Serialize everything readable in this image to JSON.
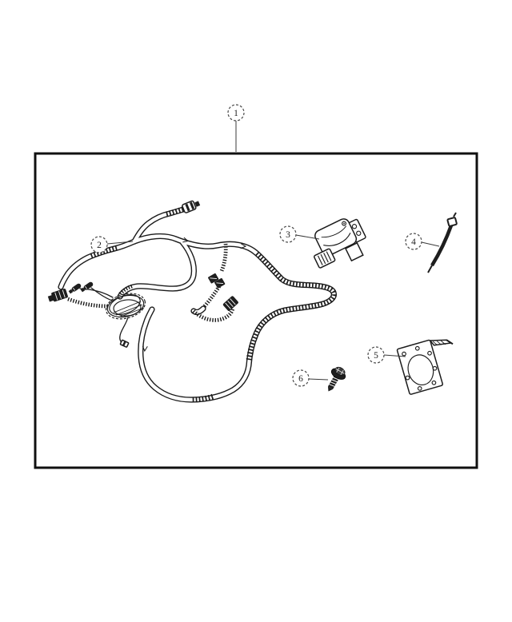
{
  "diagram": {
    "kind": "exploded-parts-diagram",
    "background_color": "#ffffff",
    "ink_color": "#1b1b1b",
    "border_color": "#101010",
    "callout_circle_color": "#4a4a4a",
    "callouts": [
      {
        "label": "1",
        "part": "kit-package-box"
      },
      {
        "label": "2",
        "part": "wiring-harness"
      },
      {
        "label": "3",
        "part": "trailer-tow-connector"
      },
      {
        "label": "4",
        "part": "tie-strap"
      },
      {
        "label": "5",
        "part": "mounting-bracket"
      },
      {
        "label": "6",
        "part": "mounting-screw"
      }
    ]
  }
}
